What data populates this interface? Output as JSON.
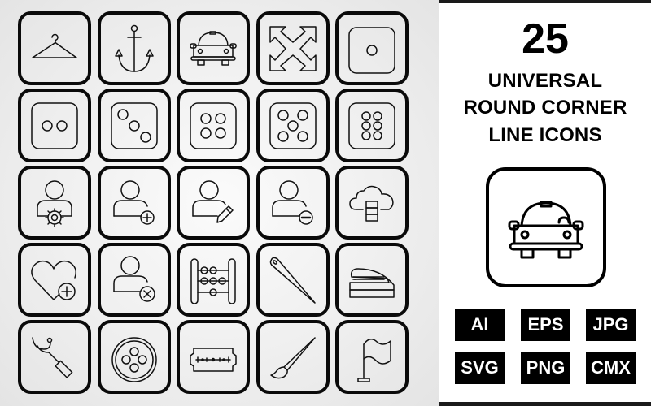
{
  "banner": {
    "count": "25",
    "title_lines": [
      "UNIVERSAL",
      "ROUND CORNER",
      "LINE ICONS"
    ],
    "preview_icon": "car-icon",
    "formats": [
      "AI",
      "EPS",
      "JPG",
      "SVG",
      "PNG",
      "CMX"
    ]
  },
  "icon_grid": {
    "rows": [
      [
        "hanger-icon",
        "anchor-icon",
        "car-icon",
        "expand-arrows-icon",
        "dice-one-icon"
      ],
      [
        "dice-two-icon",
        "dice-three-icon",
        "dice-four-icon",
        "dice-five-icon",
        "dice-six-icon"
      ],
      [
        "user-settings-icon",
        "user-add-icon",
        "user-edit-icon",
        "user-remove-icon",
        "cloud-database-icon"
      ],
      [
        "heart-add-icon",
        "user-delete-icon",
        "abacus-icon",
        "needle-icon",
        "stapler-icon"
      ],
      [
        "seam-ripper-icon",
        "button-icon",
        "razor-blade-icon",
        "paint-brush-icon",
        "flag-icon"
      ]
    ]
  },
  "colors": {
    "stroke": "#0a0a0a",
    "left_background": "#efefef",
    "right_background": "#ffffff",
    "badge_background": "#000000",
    "badge_text": "#ffffff",
    "bar": "#1a1a1a"
  }
}
